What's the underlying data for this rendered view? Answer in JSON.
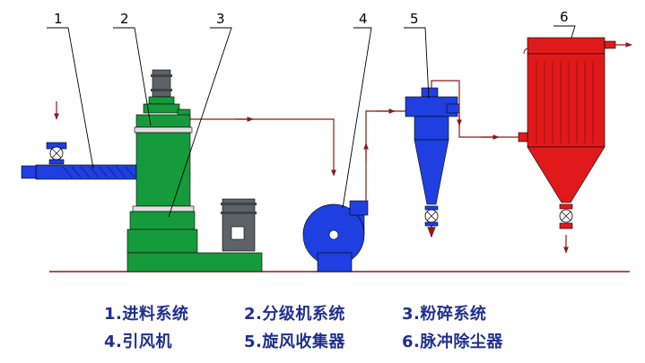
{
  "callouts": [
    "1",
    "2",
    "3",
    "4",
    "5",
    "6"
  ],
  "legend": [
    "1.进料系统",
    "2.分级机系统",
    "3.粉碎系统",
    "4.引风机",
    "5.旋风收集器",
    "6.脉冲除尘器"
  ],
  "colors": {
    "feed_system": "#1f3fe0",
    "mill": "#159a3c",
    "fan": "#1f3fe0",
    "cyclone": "#1f3fe0",
    "dust_collector": "#e01a1a",
    "pipe": "#8b1a1a",
    "ground": "#8b1a1a",
    "legend_text": "#1f2f8f"
  }
}
